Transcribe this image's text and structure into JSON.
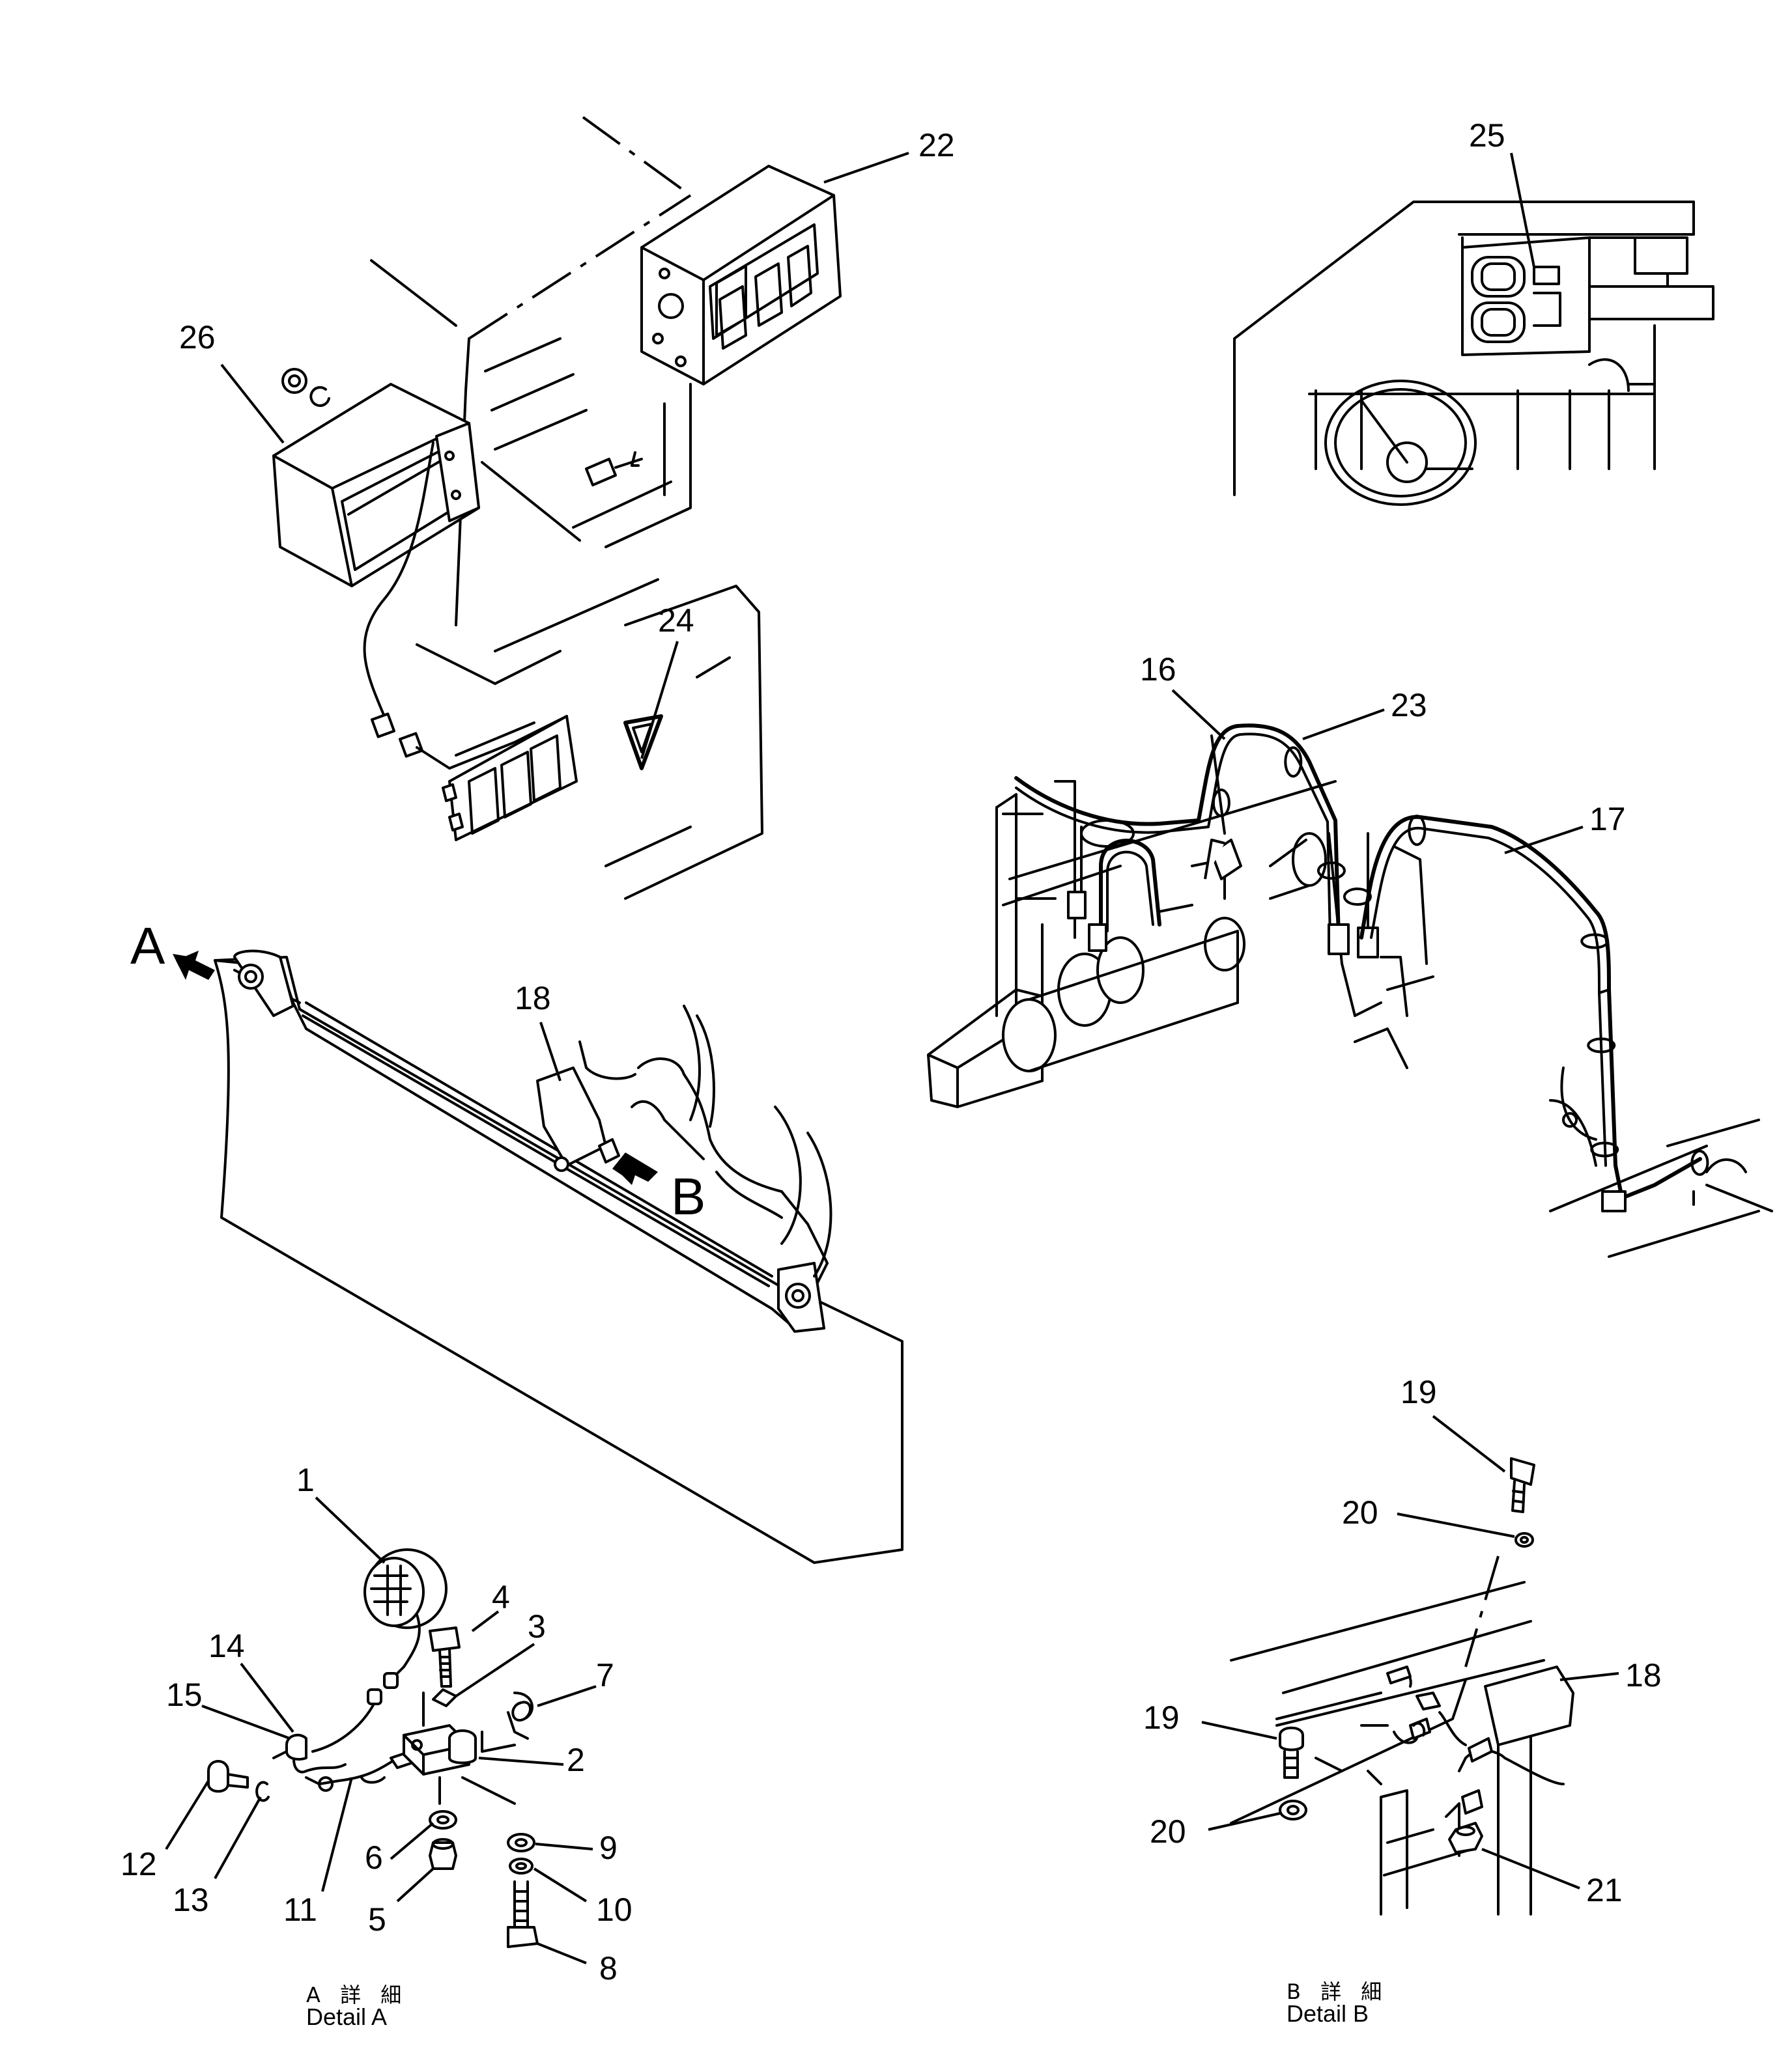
{
  "parts": [
    {
      "id": "part-1",
      "label": "1"
    },
    {
      "id": "part-2",
      "label": "2"
    },
    {
      "id": "part-3",
      "label": "3"
    },
    {
      "id": "part-4",
      "label": "4"
    },
    {
      "id": "part-5",
      "label": "5"
    },
    {
      "id": "part-6",
      "label": "6"
    },
    {
      "id": "part-7",
      "label": "7"
    },
    {
      "id": "part-8",
      "label": "8"
    },
    {
      "id": "part-9",
      "label": "9"
    },
    {
      "id": "part-10",
      "label": "10"
    },
    {
      "id": "part-11",
      "label": "11"
    },
    {
      "id": "part-12",
      "label": "12"
    },
    {
      "id": "part-13",
      "label": "13"
    },
    {
      "id": "part-14",
      "label": "14"
    },
    {
      "id": "part-15",
      "label": "15"
    },
    {
      "id": "part-16",
      "label": "16"
    },
    {
      "id": "part-17",
      "label": "17"
    },
    {
      "id": "part-18",
      "label": "18"
    },
    {
      "id": "part-18b",
      "label": "18"
    },
    {
      "id": "part-19",
      "label": "19"
    },
    {
      "id": "part-19b",
      "label": "19"
    },
    {
      "id": "part-20",
      "label": "20"
    },
    {
      "id": "part-20b",
      "label": "20"
    },
    {
      "id": "part-21",
      "label": "21"
    },
    {
      "id": "part-22",
      "label": "22"
    },
    {
      "id": "part-23",
      "label": "23"
    },
    {
      "id": "part-24",
      "label": "24"
    },
    {
      "id": "part-25",
      "label": "25"
    },
    {
      "id": "part-26",
      "label": "26"
    }
  ],
  "view_arrows": {
    "a": "A",
    "b": "B"
  },
  "details": {
    "a_jp": "A 詳 細",
    "a_en": "Detail A",
    "b_jp": "B 詳 細",
    "b_en": "Detail B"
  }
}
